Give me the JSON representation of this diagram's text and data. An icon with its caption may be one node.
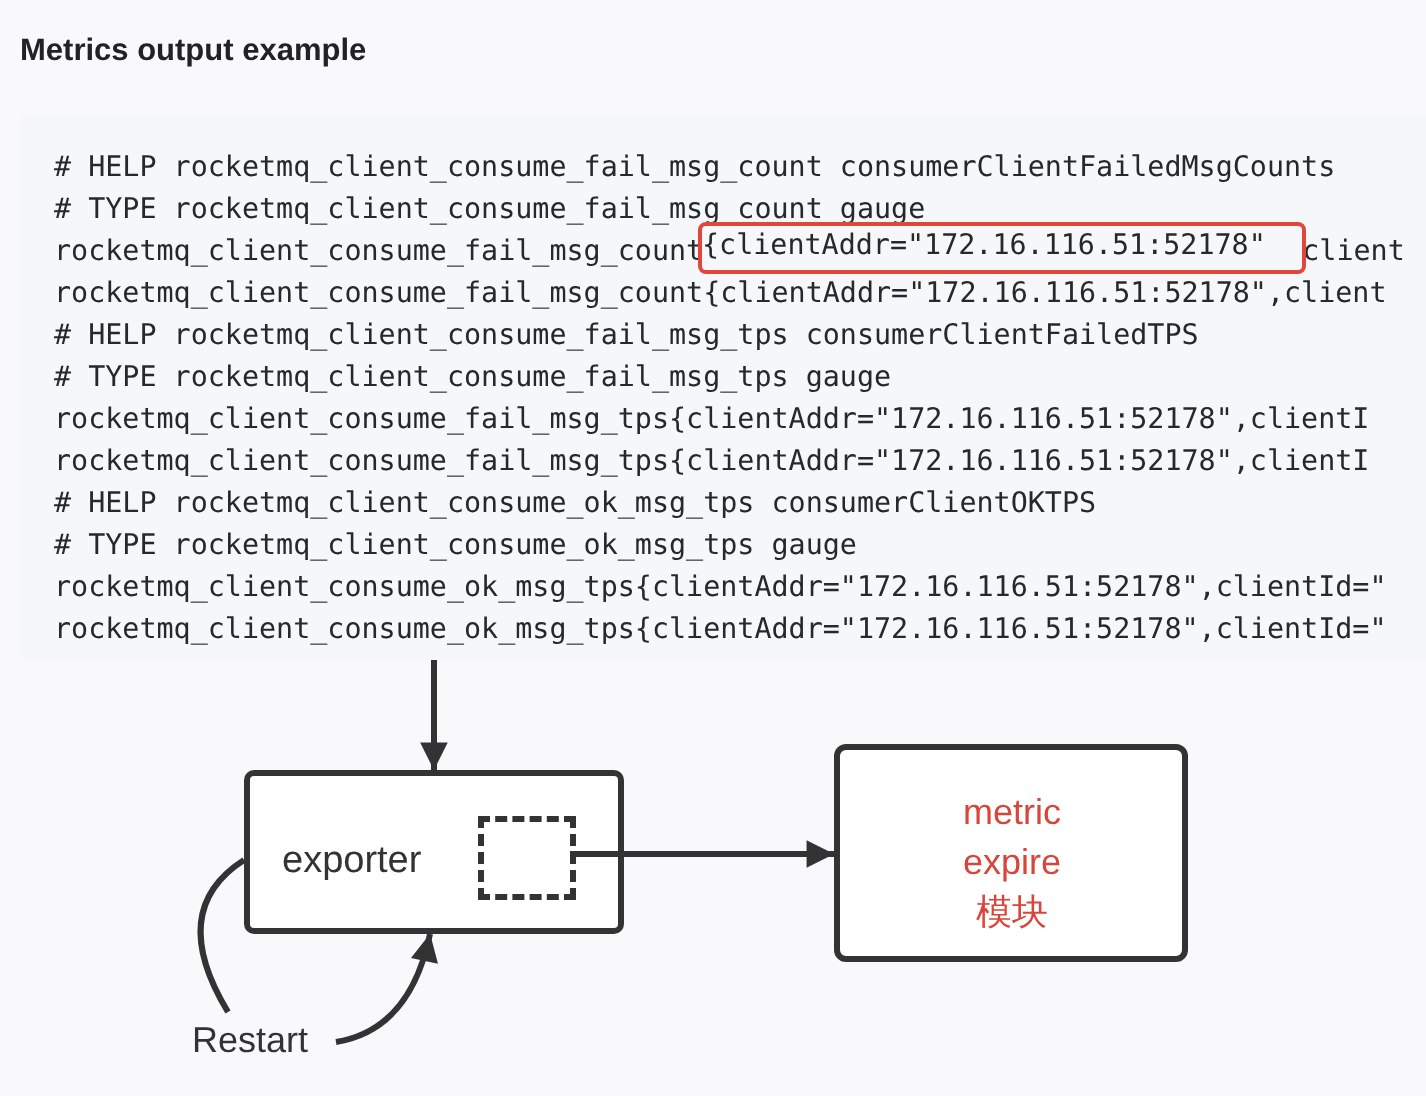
{
  "diagram": {
    "title": "Metrics output example",
    "nodes": [
      {
        "text": [
          "# HELP rocketmq_client_consume_fail_msg_count consumerClientFailedMsgCounts",
          "# TYPE rocketmq_client_consume_fail_msg_count gauge",
          "rocketmq_client_consume_fail_msg_count",
          "client",
          "rocketmq_client_consume_fail_msg_count{clientAddr=\"172.16.116.51:52178\",client",
          "# HELP rocketmq_client_consume_fail_msg_tps consumerClientFailedTPS",
          "# TYPE rocketmq_client_consume_fail_msg_tps gauge",
          "rocketmq_client_consume_fail_msg_tps{clientAddr=\"172.16.116.51:52178\",clientI",
          "rocketmq_client_consume_fail_msg_tps{clientAddr=\"172.16.116.51:52178\",clientI",
          "# HELP rocketmq_client_consume_ok_msg_tps consumerClientOKTPS",
          "# TYPE rocketmq_client_consume_ok_msg_tps gauge",
          "rocketmq_client_consume_ok_msg_tps{clientAddr=\"172.16.116.51:52178\",clientId=\"",
          "rocketmq_client_consume_ok_msg_tps{clientAddr=\"172.16.116.51:52178\",clientId=\""
        ]
      },
      {
        "text": [
          "{clientAddr=\"172.16.116.51:52178\""
        ],
        "in": 0
      },
      {
        "text": [
          "exporter"
        ]
      },
      {
        "text": [],
        "shape": "box",
        "in": 2
      },
      {
        "text": [
          "metric expire 模块"
        ]
      },
      {
        "text": [
          "Restart"
        ]
      }
    ],
    "edges": [
      {
        "from": 0,
        "to": 2,
        "arrow": "to"
      },
      {
        "from": 3,
        "to": 4,
        "arrow": "to"
      },
      {
        "from": 2,
        "to": 5,
        "arrow": "none"
      },
      {
        "from": 5,
        "to": 2,
        "arrow": "to"
      }
    ]
  }
}
